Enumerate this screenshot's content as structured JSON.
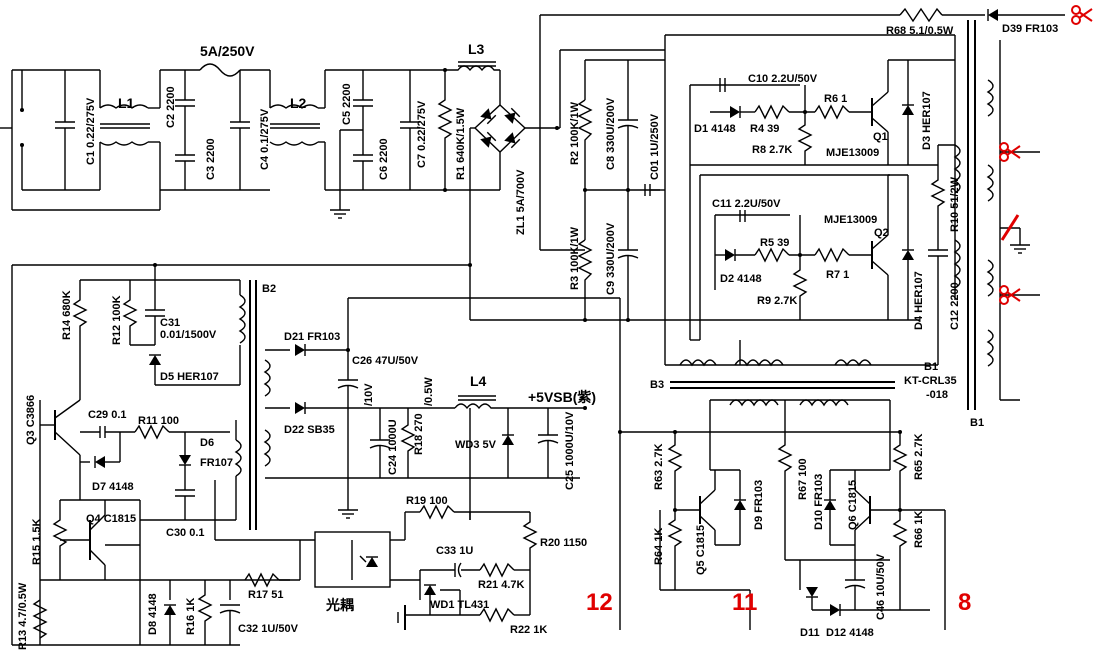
{
  "labels": {
    "l1": "L1",
    "l2": "L2",
    "l3": "L3",
    "l4": "L4",
    "fuse": "5A/250V",
    "c1": "C1 0.22/275V",
    "c2": "C2 2200",
    "c3": "C3 2200",
    "c4": "C4 0.1/275V",
    "c5": "C5 2200",
    "c6": "C6 2200",
    "c7": "C7 0.22/275V",
    "r1": "R1 640K/1.5W",
    "zl1": "ZL1 5A/700V",
    "r2": "R2 100K/1W",
    "r3": "R3 100K/1W",
    "c8": "C8 330U/200V",
    "c9": "C9 330U/200V",
    "c01": "C01 1U/250V",
    "r68": "R68 5.1/0.5W",
    "d39": "D39 FR103",
    "c10": "C10 2.2U/50V",
    "d1": "D1 4148",
    "r4": "R4 39",
    "r6": "R6 1",
    "r8": "R8 2.7K",
    "q1": "Q1",
    "mje1": "MJE13009",
    "d3": "D3 HER107",
    "c11": "C11 2.2U/50V",
    "r5": "R5 39",
    "d2": "D2 4148",
    "r7": "R7 1",
    "r9": "R9 2.7K",
    "mje2": "MJE13009",
    "q2": "Q2",
    "d4": "D4 HER107",
    "r10": "R10 51/2W",
    "c12": "C12 2200",
    "b1a": "B1",
    "b1b": "KT-CRL35",
    "b1c": "-018",
    "b1d": "B1",
    "b2": "B2",
    "b3": "B3",
    "r14": "R14 680K",
    "r12": "R12 100K",
    "c31a": "C31",
    "c31b": "0.01/1500V",
    "d5": "D5 HER107",
    "q3": "Q3 C3866",
    "c29": "C29 0.1",
    "r11": "R11 100",
    "d6a": "D6",
    "d6b": "FR107",
    "d7": "D7 4148",
    "c30": "C30 0.1",
    "q4": "Q4 C1815",
    "r15": "R15 1.5K",
    "r13": "R13 4.7/0.5W",
    "d8": "D8 4148",
    "r16": "R16 1K",
    "c32": "C32 1U/50V",
    "r17": "R17 51",
    "optocoupler": "光耦",
    "d21": "D21 FR103",
    "d22": "D22 SB35",
    "c26": "C26 47U/50V",
    "c26b": "/10V",
    "c24": "C24 1000U",
    "r18": "R18 270",
    "r18b": "/0.5W",
    "wd3": "WD3 5V",
    "c25": "C25 1000U/10V",
    "vsb": "+5VSB(紫)",
    "r19": "R19 100",
    "r20": "R20 1150",
    "c33": "C33 1U",
    "r21": "R21 4.7K",
    "wd1": "WD1 TL431",
    "r22": "R22 1K",
    "r63": "R63 2.7K",
    "r64": "R64 1K",
    "q5": "Q5 C1815",
    "d9": "D9 FR103",
    "r67": "R67 100",
    "d10": "D10 FR103",
    "q6": "Q6 C1815",
    "r65": "R65 2.7K",
    "r66": "R66 1K",
    "c46": "C46 10U/50V",
    "d11": "D11",
    "d12": "D12 4148",
    "n12": "12",
    "n11": "11",
    "n8": "8"
  },
  "colors": {
    "annotation": "#e00000",
    "wire": "#000000",
    "background": "#ffffff"
  },
  "icons": [
    "scissors-icon",
    "scissors-icon",
    "scissors-icon",
    "cut-mark-icon"
  ]
}
